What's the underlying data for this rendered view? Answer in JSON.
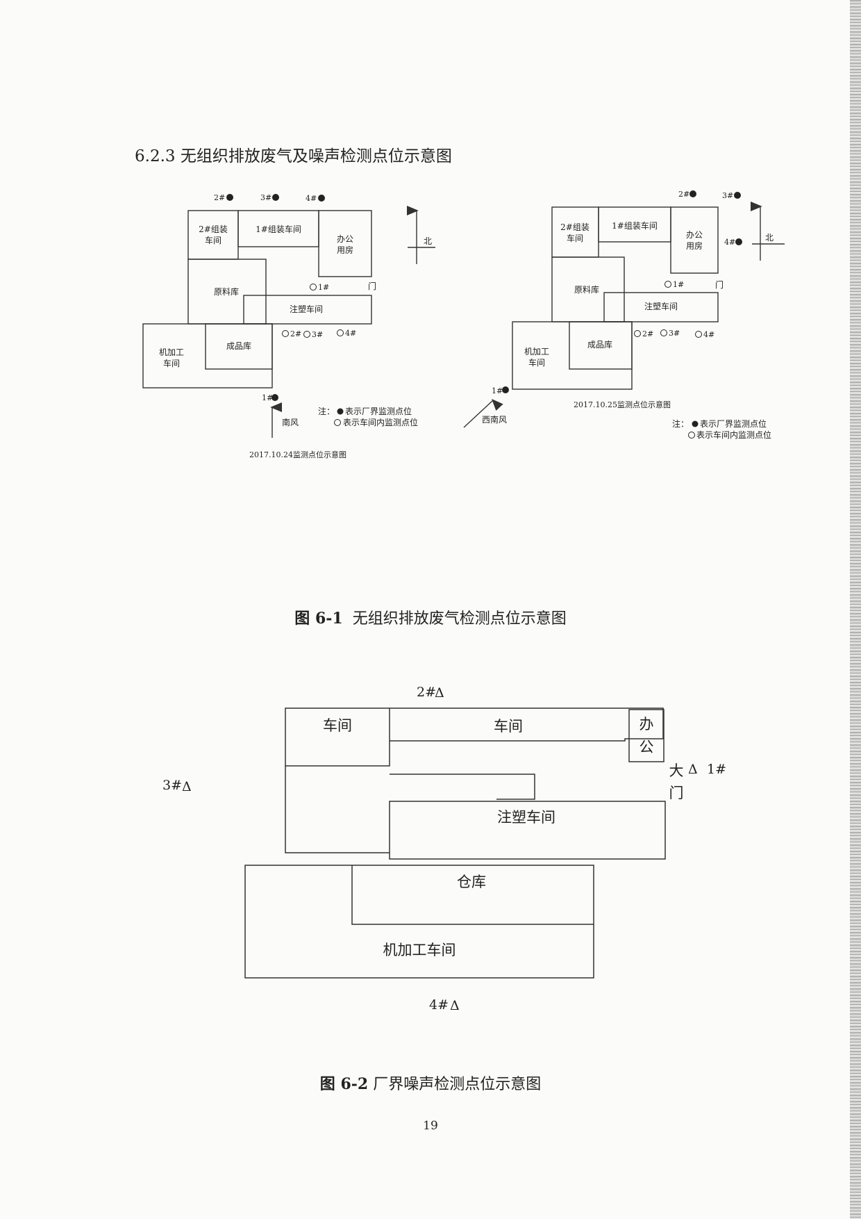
{
  "section_title": "6.2.3 无组织排放废气及噪声检测点位示意图",
  "fig1": {
    "caption_num": "图 6-1",
    "caption_text": "无组织排放废气检测点位示意图",
    "left": {
      "buildings": {
        "assembly2": [
          "2#组装",
          "车间"
        ],
        "assembly1": "1#组装车间",
        "office": [
          "办公",
          "用房"
        ],
        "raw": "原料库",
        "injection": "注塑车间",
        "machining": [
          "机加工",
          "车间"
        ],
        "finished": "成品库"
      },
      "gate": "门",
      "north": "北",
      "wind": "南风",
      "boundary_points": [
        "1#",
        "2#",
        "3#",
        "4#"
      ],
      "workshop_points": [
        "1#",
        "2#",
        "3#",
        "4#"
      ],
      "note_label": "注：",
      "note_boundary": "表示厂界监测点位",
      "note_workshop": "表示车间内监测点位",
      "date_label": "2017.10.24监测点位示意图"
    },
    "right": {
      "buildings": {
        "assembly2": [
          "2#组装",
          "车间"
        ],
        "assembly1": "1#组装车间",
        "office": [
          "办公",
          "用房"
        ],
        "raw": "原料库",
        "injection": "注塑车间",
        "machining": [
          "机加工",
          "车间"
        ],
        "finished": "成品库"
      },
      "gate": "门",
      "north": "北",
      "wind": "西南风",
      "boundary_points": [
        "1#",
        "2#",
        "3#",
        "4#"
      ],
      "workshop_points": [
        "1#",
        "2#",
        "3#",
        "4#"
      ],
      "note_label": "注：",
      "note_boundary": "表示厂界监测点位",
      "note_workshop": "表示车间内监测点位",
      "date_label": "2017.10.25监测点位示意图"
    }
  },
  "fig2": {
    "caption_num": "图 6-2",
    "caption_text": "厂界噪声检测点位示意图",
    "labels": {
      "workshop_a": "车间",
      "workshop_b": "车间",
      "office_1": "办",
      "office_2": "公",
      "gate_1": "大",
      "gate_2": "门",
      "injection": "注塑车间",
      "warehouse": "仓库",
      "machining": "机加工车间"
    },
    "points": [
      "1#",
      "2#",
      "3#",
      "4#"
    ],
    "triangle": "Δ"
  },
  "page_number": "19"
}
